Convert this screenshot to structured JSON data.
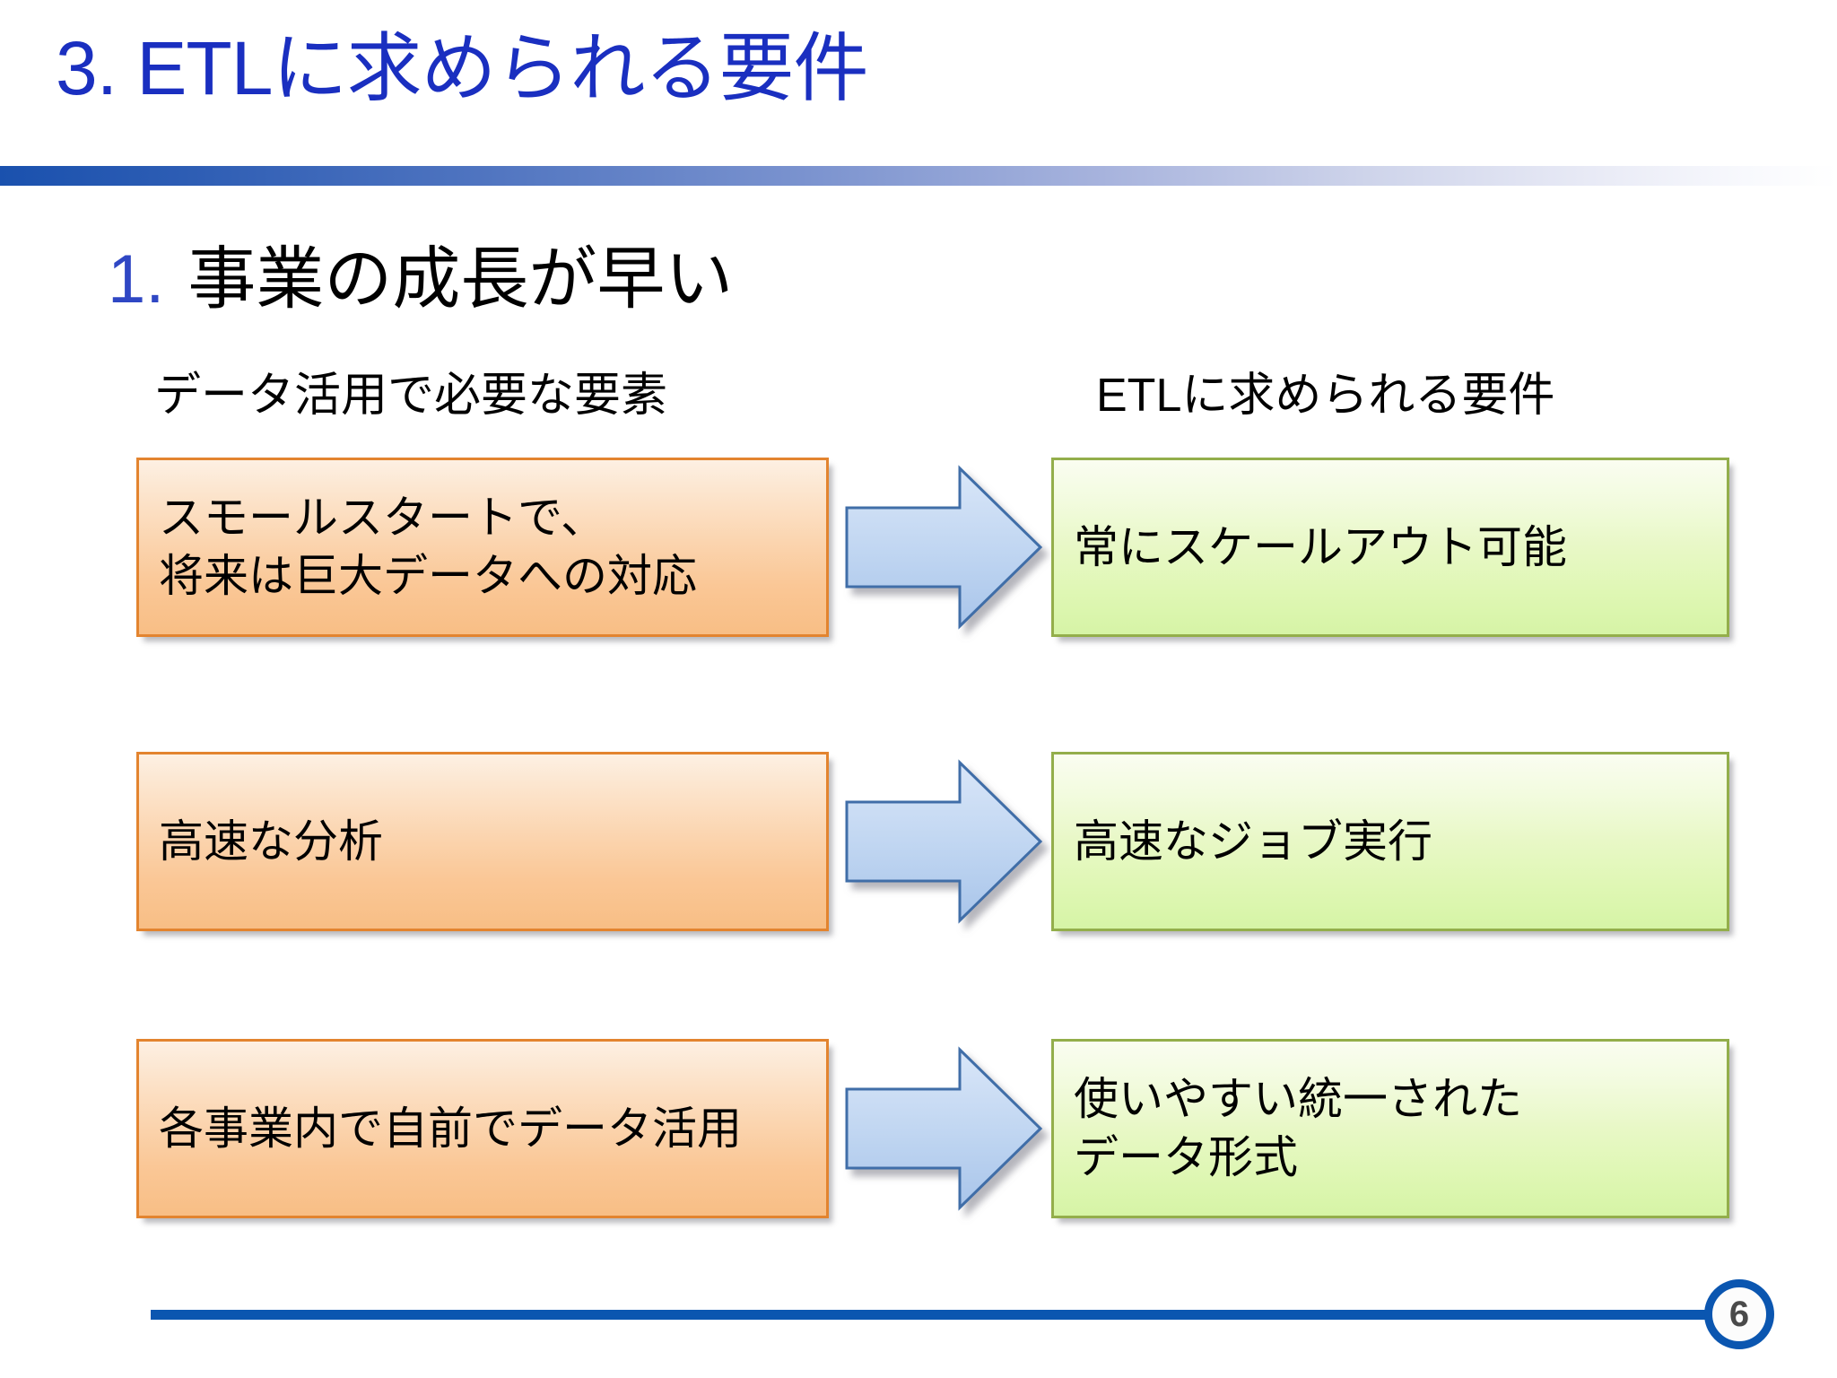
{
  "slide": {
    "title": "3. ETLに求められる要件",
    "section_number": "1.",
    "section_heading": "事業の成長が早い",
    "columns": {
      "left_caption": "データ活用で必要な要素",
      "right_caption": "ETLに求められる要件"
    },
    "rows": [
      {
        "left": "スモールスタートで、\n将来は巨大データへの対応",
        "arrow": "right-arrow-icon",
        "right": "常にスケールアウト可能"
      },
      {
        "left": "高速な分析",
        "arrow": "right-arrow-icon",
        "right": "高速なジョブ実行"
      },
      {
        "left": "各事業内で自前でデータ活用",
        "arrow": "right-arrow-icon",
        "right": "使いやすい統一された\nデータ形式"
      }
    ],
    "footer": {
      "page_number": "6"
    },
    "colors": {
      "title_blue": "#1a2fc0",
      "accent_blue": "#0B56B0",
      "orange_fill": "#F8BE85",
      "orange_border": "#E3842F",
      "green_fill": "#D6F4A6",
      "green_border": "#93AE4B",
      "arrow_fill": "#BDD3F0",
      "arrow_border": "#3F6EA8"
    }
  }
}
